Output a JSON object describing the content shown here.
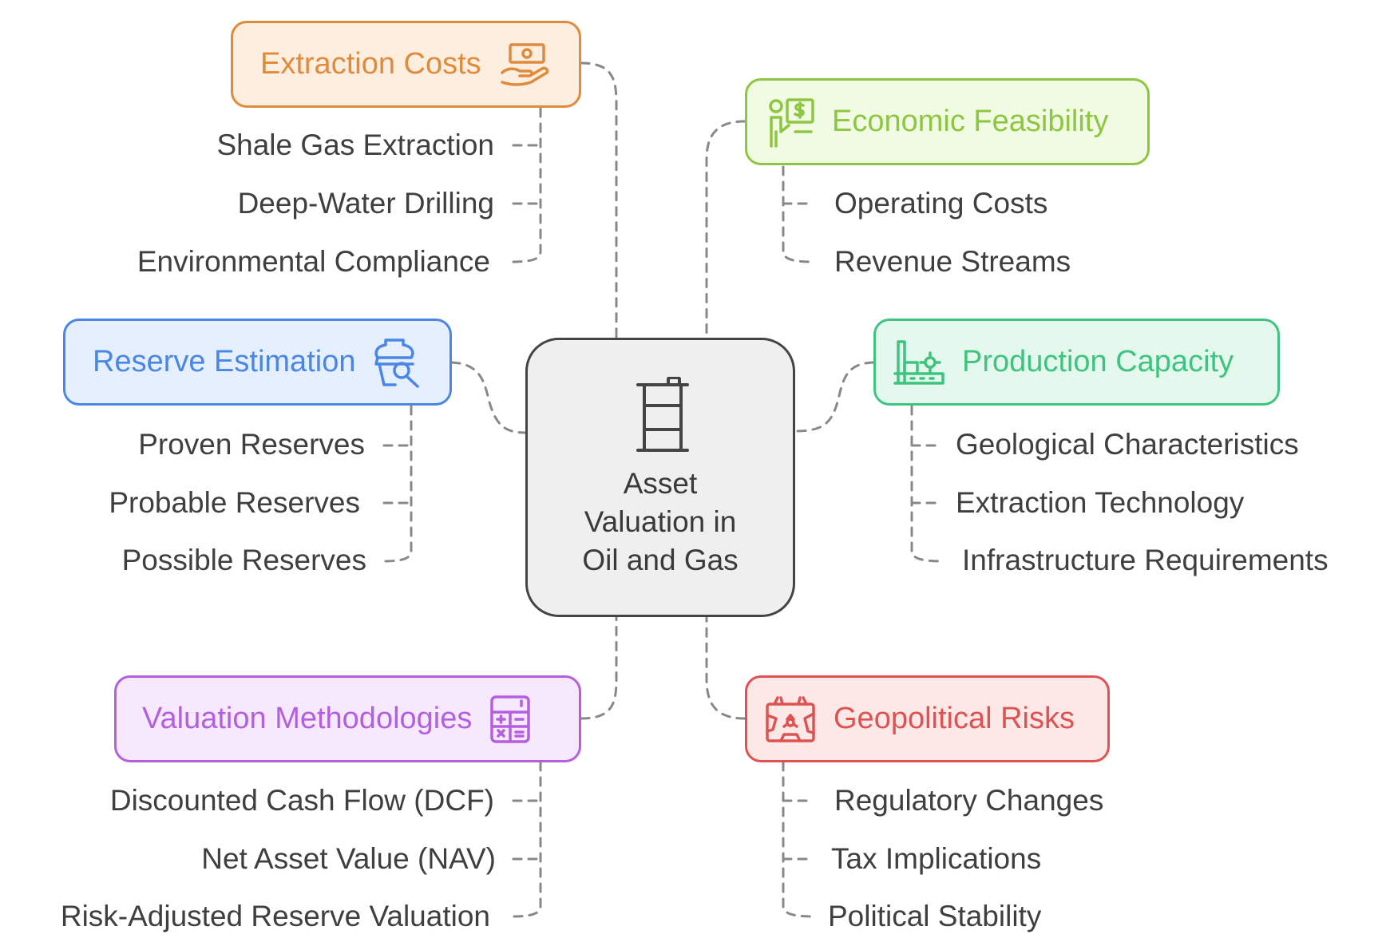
{
  "center": {
    "label": "Asset\nValuation in\nOil and Gas",
    "icon": "oil-barrel-icon"
  },
  "topics": {
    "extraction_costs": {
      "title": "Extraction Costs",
      "icon": "cash-in-hand-icon",
      "border": "#e08a3c",
      "fill": "#fdeee0",
      "text": "#e08a3c",
      "items": [
        "Shale Gas Extraction",
        "Deep-Water Drilling",
        "Environmental Compliance"
      ]
    },
    "economic_feasibility": {
      "title": "Economic Feasibility",
      "icon": "presenter-dollar-icon",
      "border": "#8dc63f",
      "fill": "#f1fae3",
      "text": "#8dc63f",
      "items": [
        "Operating Costs",
        "Revenue Streams"
      ]
    },
    "reserve_estimation": {
      "title": "Reserve Estimation",
      "icon": "inspection-icon",
      "border": "#4a86e8",
      "fill": "#e6effd",
      "text": "#4a86e8",
      "items": [
        "Proven Reserves",
        "Probable Reserves",
        "Possible Reserves"
      ]
    },
    "production_capacity": {
      "title": "Production Capacity",
      "icon": "factory-icon",
      "border": "#3dc47e",
      "fill": "#e5f8ee",
      "text": "#3dc47e",
      "items": [
        "Geological Characteristics",
        "Extraction Technology",
        "Infrastructure Requirements"
      ]
    },
    "valuation_methodologies": {
      "title": "Valuation Methodologies",
      "icon": "calculator-icon",
      "border": "#b45fe0",
      "fill": "#f6e8fd",
      "text": "#b45fe0",
      "items": [
        "Discounted Cash Flow (DCF)",
        "Net Asset Value (NAV)",
        "Risk-Adjusted Reserve Valuation"
      ]
    },
    "geopolitical_risks": {
      "title": "Geopolitical Risks",
      "icon": "hazard-map-icon",
      "border": "#e05252",
      "fill": "#fde8e8",
      "text": "#e05252",
      "items": [
        "Regulatory Changes",
        "Tax Implications",
        "Political Stability"
      ]
    }
  },
  "connector_color": "#888888"
}
